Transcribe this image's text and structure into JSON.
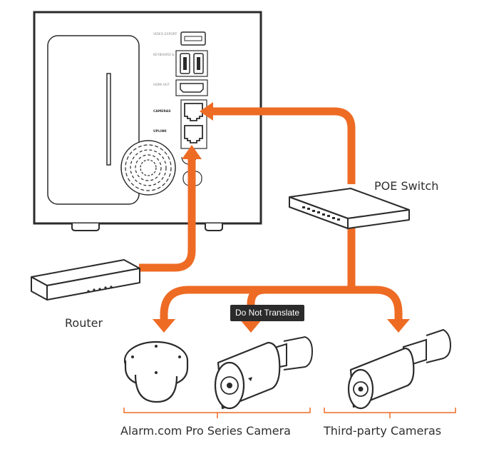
{
  "labels": {
    "router": "Router",
    "poe_switch": "POE Switch",
    "pro_series": "Alarm.com Pro Series Camera",
    "third_party": "Third-party Cameras"
  },
  "tooltip": "Do Not Translate",
  "ports": {
    "video_export": "VIDEO EXPORT",
    "keyboard_mouse": "KEYBOARD & MOUSE",
    "hdmi_out": "HDMI OUT",
    "cameras": "CAMERAS",
    "uplink": "UPLINK"
  },
  "colors": {
    "cable": "#ee6b24",
    "line_art": "#2b2b2b",
    "bracket": "#ee6b24"
  }
}
